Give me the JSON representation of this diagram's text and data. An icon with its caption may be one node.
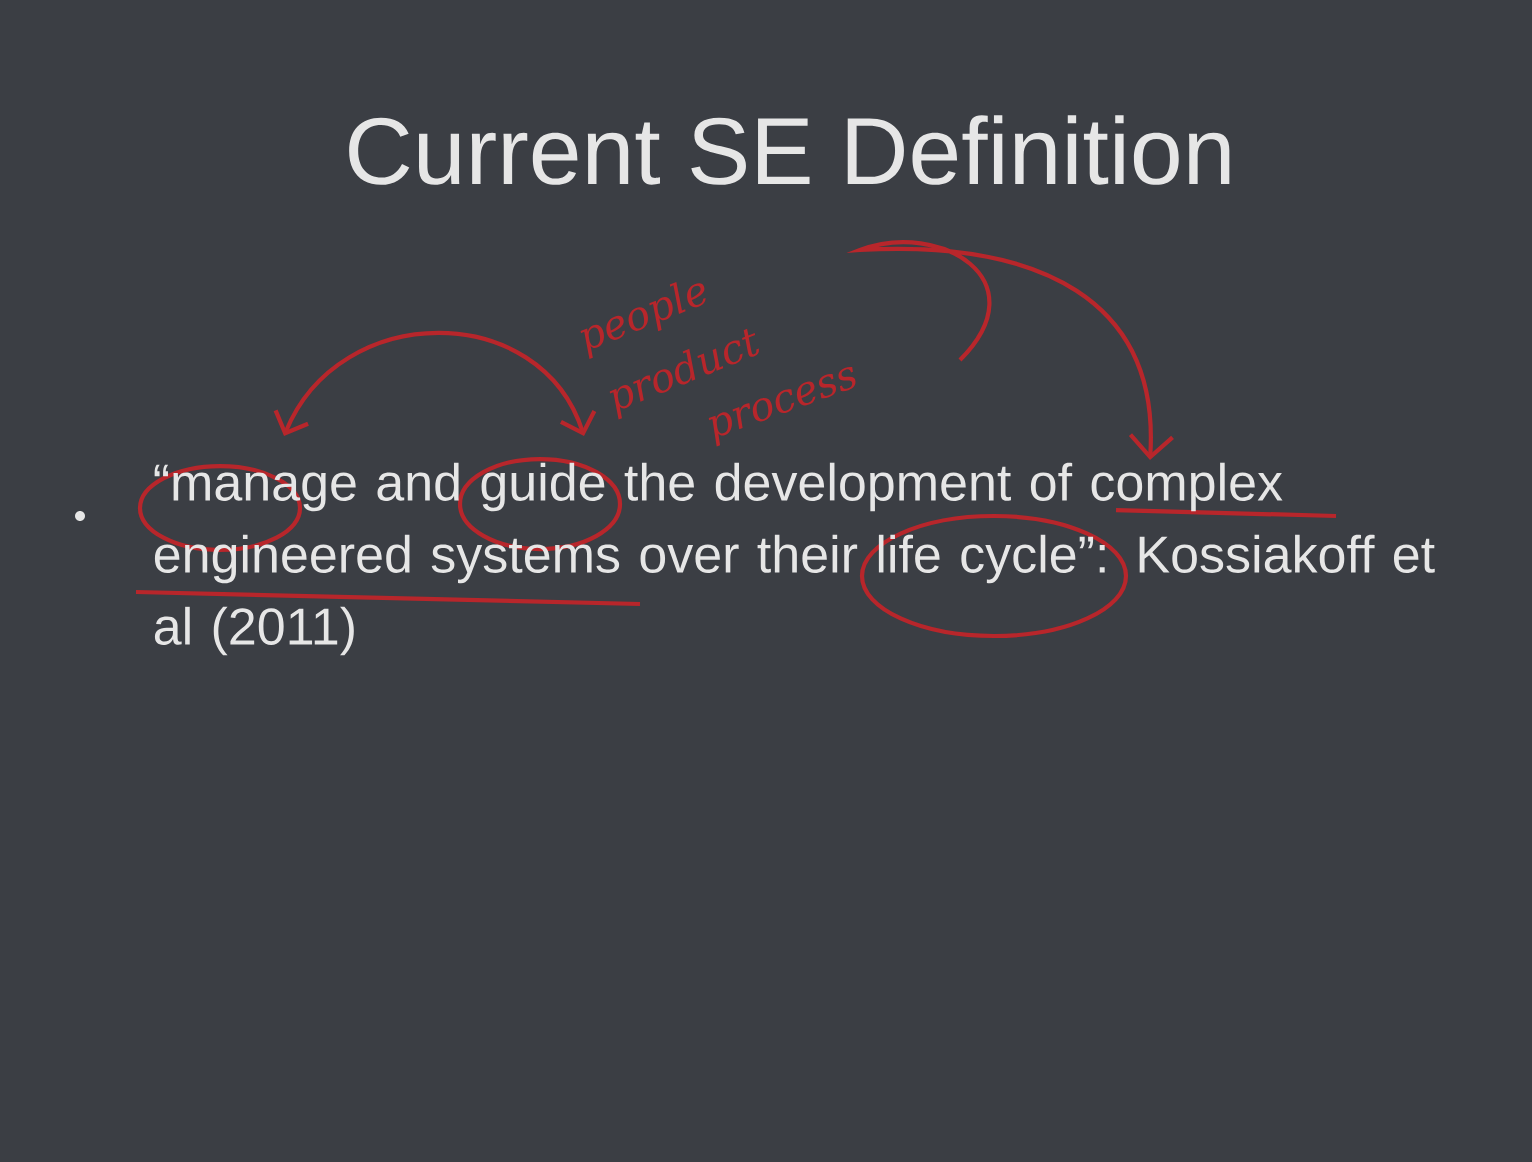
{
  "diagram": {
    "title": "Current SE Definition",
    "labels": [
      "“manage and guide the development of complex engineered systems over their life cycle”: Kossiakoff et al (2011)",
      "people",
      "product",
      "process"
    ]
  }
}
